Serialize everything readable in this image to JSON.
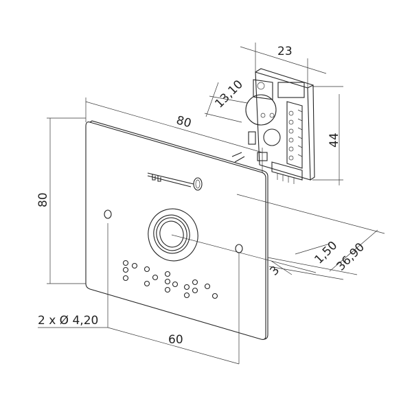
{
  "drawing": {
    "title": "Door intercom plate with electronics module",
    "dimensions": {
      "module_width": "23",
      "module_offset": "13,10",
      "plate_width": "80",
      "module_height": "44",
      "plate_height": "80",
      "plate_thickness": "1,50",
      "total_depth": "36,90",
      "gap": "3",
      "holes": "2 x Ø 4,20",
      "hole_spacing": "60"
    },
    "icons": [
      "key-icon",
      "push-button",
      "braille-dots"
    ]
  }
}
